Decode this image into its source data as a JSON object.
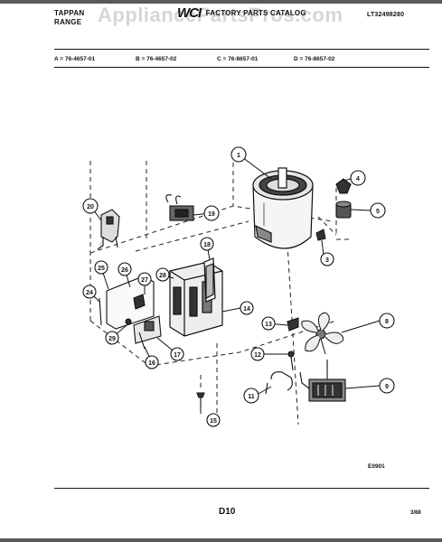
{
  "header": {
    "brand_line1": "TAPPAN",
    "brand_line2": "RANGE",
    "catalog_logo": "WCI",
    "catalog_title": "FACTORY PARTS CATALOG",
    "catalog_number": "LT32498280",
    "watermark": "AppliancePartsPros.com"
  },
  "models": {
    "a": "A = 76-4657-01",
    "b": "B = 76-4657-02",
    "c": "C = 76-8657-01",
    "d": "D = 76-8657-02"
  },
  "diagram": {
    "callouts": [
      "1",
      "3",
      "4",
      "5",
      "8",
      "9",
      "11",
      "12",
      "13",
      "14",
      "15",
      "16",
      "17",
      "18",
      "19",
      "20",
      "24",
      "25",
      "26",
      "27",
      "28",
      "29"
    ],
    "reference_code": "E0901"
  },
  "footer": {
    "page_number": "D10",
    "date_code": "3/88"
  }
}
